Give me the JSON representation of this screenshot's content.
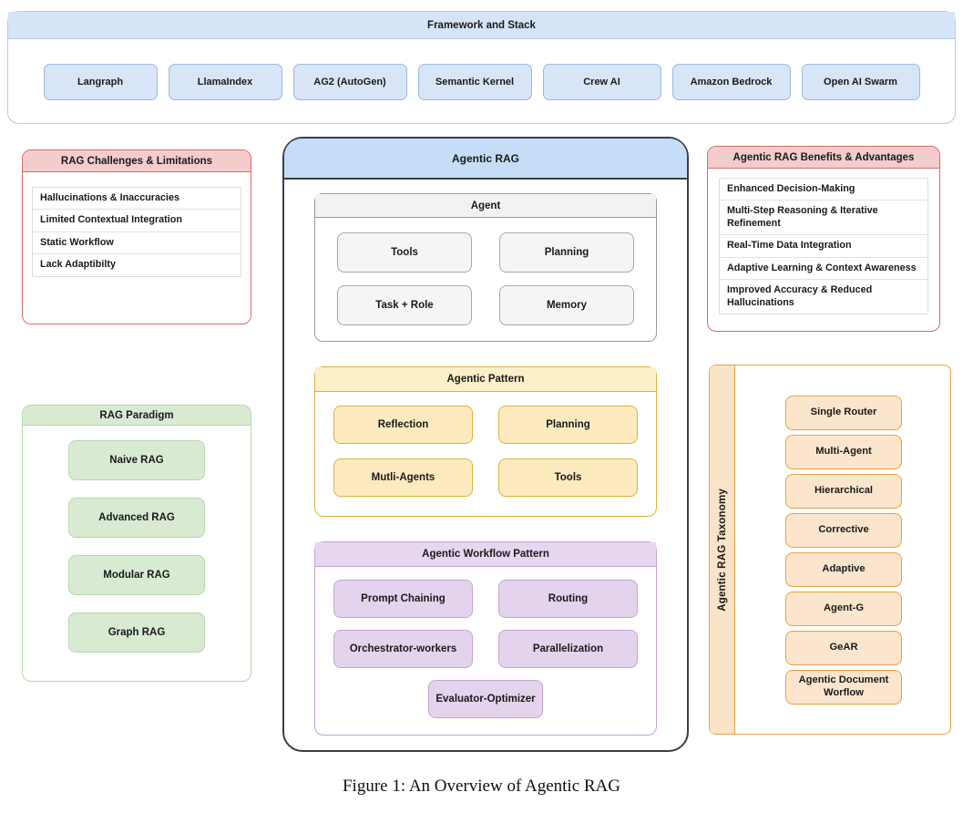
{
  "framework": {
    "title": "Framework and Stack",
    "items": [
      "Langraph",
      "LlamaIndex",
      "AG2 (AutoGen)",
      "Semantic Kernel",
      "Crew AI",
      "Amazon Bedrock",
      "Open AI Swarm"
    ]
  },
  "challenges": {
    "title": "RAG Challenges & Limitations",
    "items": [
      "Hallucinations & Inaccuracies",
      "Limited Contextual Integration",
      "Static Workflow",
      "Lack Adaptibilty"
    ]
  },
  "paradigm": {
    "title": "RAG Paradigm",
    "items": [
      "Naive RAG",
      "Advanced RAG",
      "Modular RAG",
      "Graph RAG"
    ]
  },
  "benefits": {
    "title": "Agentic RAG Benefits & Advantages",
    "items": [
      "Enhanced Decision-Making",
      "Multi-Step Reasoning & Iterative Refinement",
      "Real-Time Data Integration",
      "Adaptive Learning & Context Awareness",
      "Improved Accuracy & Reduced Hallucinations"
    ]
  },
  "agentic_rag": {
    "title": "Agentic RAG",
    "agent": {
      "title": "Agent",
      "items": [
        "Tools",
        "Planning",
        "Task + Role",
        "Memory"
      ]
    },
    "agentic_pattern": {
      "title": "Agentic Pattern",
      "items": [
        "Reflection",
        "Planning",
        "Mutli-Agents",
        "Tools"
      ]
    },
    "workflow_pattern": {
      "title": "Agentic Workflow Pattern",
      "items": [
        "Prompt Chaining",
        "Routing",
        "Orchestrator-workers",
        "Parallelization",
        "Evaluator-Optimizer"
      ]
    }
  },
  "taxonomy": {
    "title": "Agentic RAG Taxonomy",
    "items": [
      "Single Router",
      "Multi-Agent",
      "Hierarchical",
      "Corrective",
      "Adaptive",
      "Agent-G",
      "GeAR",
      "Agentic Document Worflow"
    ]
  },
  "caption": "Figure 1: An Overview of Agentic RAG",
  "colors": {
    "framework_fill": "#d6e4f7",
    "challenge_fill": "#f4cccc",
    "paradigm_fill": "#d9ead3",
    "agentic_header": "#c5ddf7",
    "agent_fill": "#f2f2f2",
    "pattern_fill": "#fdefc8",
    "workflow_fill": "#e7d6ef",
    "taxonomy_fill": "#fce5cd"
  }
}
